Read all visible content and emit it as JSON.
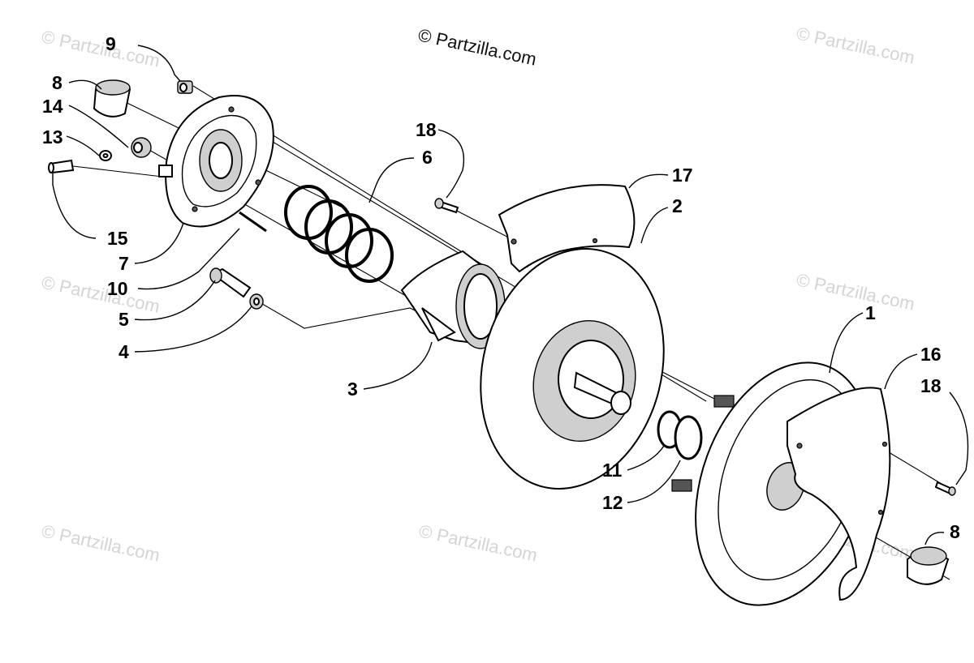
{
  "copyright": "© Partzilla.com",
  "watermark": "© Partzilla.com",
  "callouts": {
    "c9": "9",
    "c8a": "8",
    "c14": "14",
    "c13": "13",
    "c15": "15",
    "c7": "7",
    "c10": "10",
    "c5": "5",
    "c4": "4",
    "c3": "3",
    "c18a": "18",
    "c6": "6",
    "c17": "17",
    "c2": "2",
    "c1": "1",
    "c16": "16",
    "c18b": "18",
    "c11": "11",
    "c12": "12",
    "c8b": "8"
  }
}
